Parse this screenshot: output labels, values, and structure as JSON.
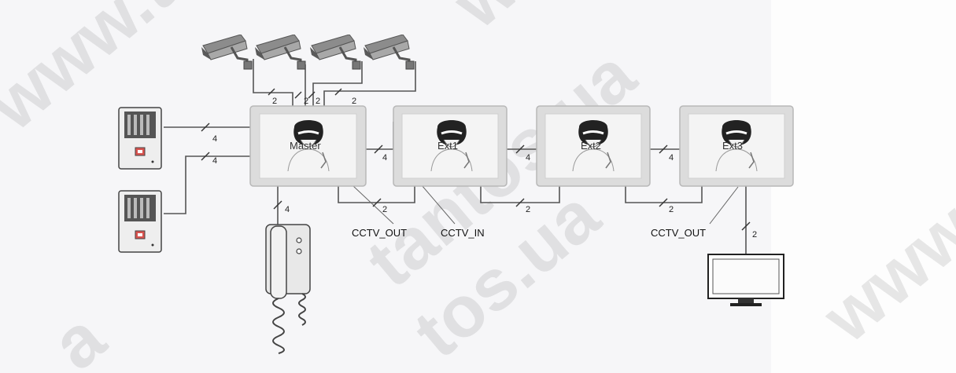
{
  "monitors": [
    {
      "label": "Master"
    },
    {
      "label": "Ext1"
    },
    {
      "label": "Ext2"
    },
    {
      "label": "Ext3"
    }
  ],
  "wire_counts": {
    "cam1": "2",
    "cam2": "2",
    "cam3": "2",
    "cam4": "2",
    "door1": "4",
    "door2": "4",
    "master_ext1": "4",
    "ext1_ext2": "4",
    "ext2_ext3": "4",
    "handset": "4",
    "cctv_master_ext1": "2",
    "cctv_ext1_ext2": "2",
    "cctv_ext2_ext3": "2",
    "tv": "2"
  },
  "port_labels": {
    "cctv_out_1": "CCTV_OUT",
    "cctv_in": "CCTV_IN",
    "cctv_out_2": "CCTV_OUT"
  },
  "watermarks": [
    "www.tantos.ua",
    "www.tantos.ua",
    "tantos.ua",
    "tos.ua",
    "a",
    "www"
  ],
  "colors": {
    "wire": "#555555",
    "monitor_frame": "#dcdcdc",
    "monitor_screen": "#f4f4f4",
    "device_body": "#e8e8e8",
    "watermark": "#6f6f6f"
  }
}
